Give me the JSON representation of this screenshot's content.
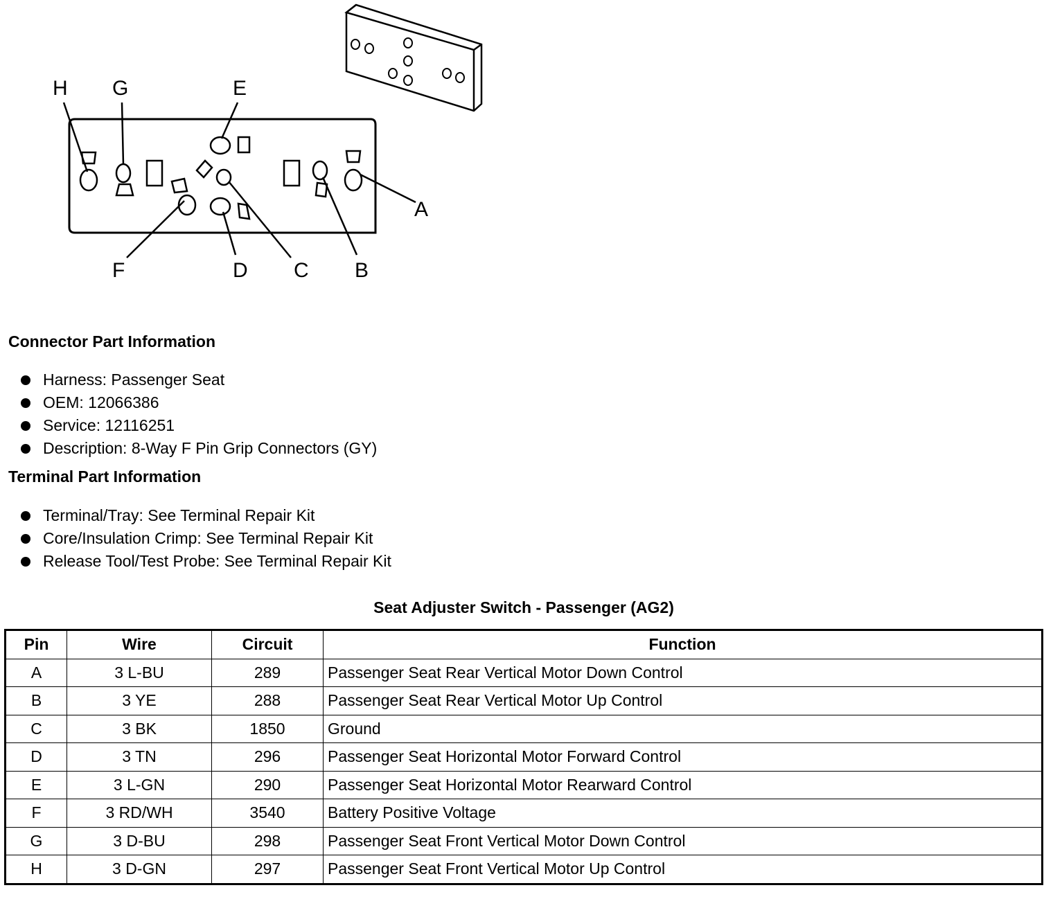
{
  "diagram": {
    "pin_labels": [
      "H",
      "G",
      "E",
      "A",
      "F",
      "D",
      "C",
      "B"
    ]
  },
  "connector_part": {
    "heading": "Connector Part Information",
    "items": [
      "Harness: Passenger Seat",
      "OEM: 12066386",
      "Service: 12116251",
      "Description: 8-Way F Pin Grip Connectors (GY)"
    ]
  },
  "terminal_part": {
    "heading": "Terminal Part Information",
    "items": [
      "Terminal/Tray: See Terminal Repair Kit",
      "Core/Insulation Crimp: See Terminal Repair Kit",
      "Release Tool/Test Probe: See Terminal Repair Kit"
    ]
  },
  "table": {
    "title": "Seat Adjuster Switch - Passenger (AG2)",
    "headers": [
      "Pin",
      "Wire",
      "Circuit",
      "Function"
    ],
    "rows": [
      [
        "A",
        "3 L-BU",
        "289",
        "Passenger Seat Rear Vertical Motor Down Control"
      ],
      [
        "B",
        "3 YE",
        "288",
        "Passenger Seat Rear Vertical Motor Up Control"
      ],
      [
        "C",
        "3 BK",
        "1850",
        "Ground"
      ],
      [
        "D",
        "3 TN",
        "296",
        "Passenger Seat Horizontal Motor Forward Control"
      ],
      [
        "E",
        "3 L-GN",
        "290",
        "Passenger Seat Horizontal Motor Rearward Control"
      ],
      [
        "F",
        "3 RD/WH",
        "3540",
        "Battery Positive Voltage"
      ],
      [
        "G",
        "3 D-BU",
        "298",
        "Passenger Seat Front Vertical Motor Down Control"
      ],
      [
        "H",
        "3 D-GN",
        "297",
        "Passenger Seat Front Vertical Motor Up Control"
      ]
    ]
  }
}
